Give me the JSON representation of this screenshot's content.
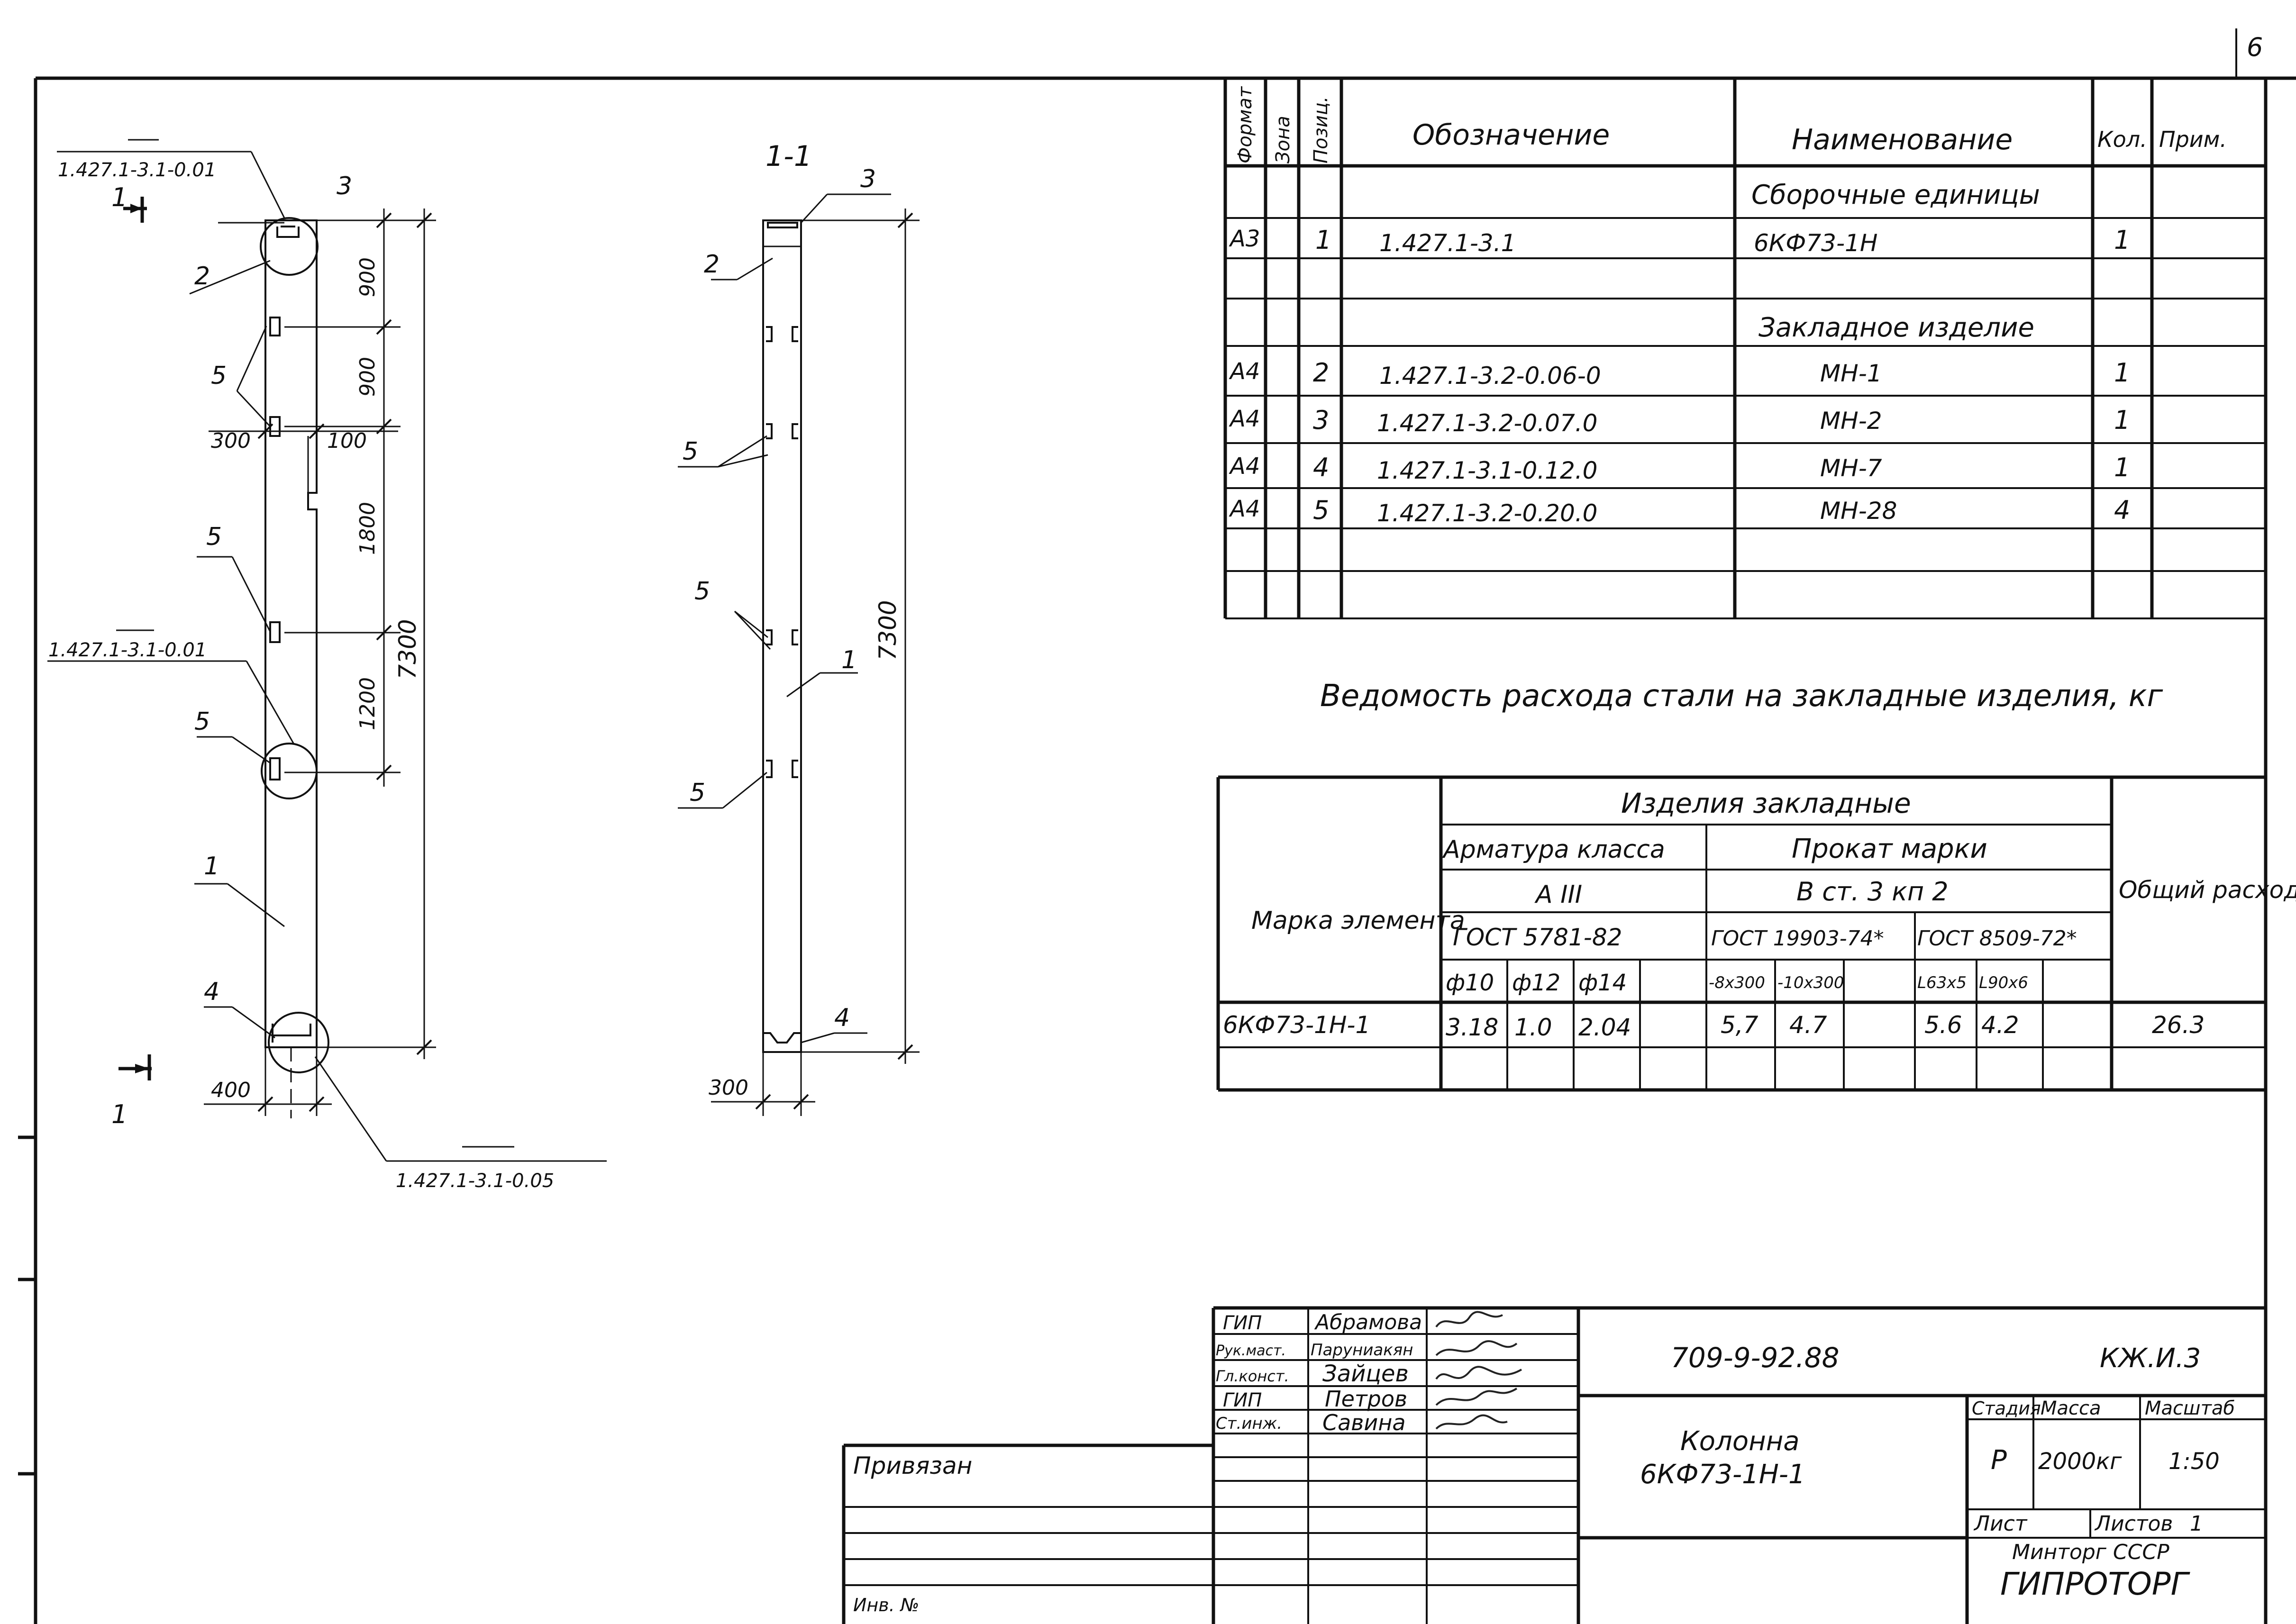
{
  "sheet_number": "6",
  "drawing": {
    "labels": {
      "ref_top": "1.427.1-3.1-0.01",
      "ref_mid": "1.427.1-3.1-0.01",
      "ref_bottom": "1.427.1-3.1-0.05",
      "section_mark": "1",
      "section_title": "1-1",
      "pos_1": "1",
      "pos_2": "2",
      "pos_3": "3",
      "pos_4": "4",
      "pos_5": "5"
    },
    "dims": {
      "d900a": "900",
      "d900b": "900",
      "d1800": "1800",
      "d1200": "1200",
      "d7300": "7300",
      "d300": "300",
      "d100": "100",
      "d400": "400",
      "s7300": "7300",
      "s300": "300"
    }
  },
  "spec": {
    "headers": {
      "format": "Формат",
      "zone": "Зона",
      "pos": "Позиц.",
      "designation": "Обозначение",
      "name": "Наименование",
      "qty": "Кол.",
      "note": "Прим."
    },
    "section_assembly": "Сборочные единицы",
    "section_embedded": "Закладное изделие",
    "rows": [
      {
        "format": "А3",
        "pos": "1",
        "designation": "1.427.1-3.1",
        "name": "6КФ73-1Н",
        "qty": "1"
      },
      {
        "format": "А4",
        "pos": "2",
        "designation": "1.427.1-3.2-0.06-0",
        "name": "МН-1",
        "qty": "1"
      },
      {
        "format": "А4",
        "pos": "3",
        "designation": "1.427.1-3.2-0.07.0",
        "name": "МН-2",
        "qty": "1"
      },
      {
        "format": "А4",
        "pos": "4",
        "designation": "1.427.1-3.1-0.12.0",
        "name": "МН-7",
        "qty": "1"
      },
      {
        "format": "А4",
        "pos": "5",
        "designation": "1.427.1-3.2-0.20.0",
        "name": "МН-28",
        "qty": "4"
      }
    ]
  },
  "steel": {
    "title": "Ведомость расхода стали на закладные изделия, кг",
    "mark_header": "Марка элемента",
    "group_header": "Изделия закладные",
    "rebar_header": "Арматура класса",
    "rebar_class": "А III",
    "rebar_gost": "ГОСТ 5781-82",
    "rolled_header": "Прокат марки",
    "rolled_grade": "В ст. 3 кп 2",
    "gost_a": "ГОСТ 19903-74*",
    "gost_b": "ГОСТ 8509-72*",
    "total_header": "Общий расход",
    "cols": [
      "ф10",
      "ф12",
      "ф14",
      "-8х300",
      "-10х300",
      "L63х5",
      "L90х6"
    ],
    "row": {
      "mark": "6КФ73-1Н-1",
      "values": [
        "3.18",
        "1.0",
        "2.04",
        "5,7",
        "4.7",
        "5.6",
        "4.2"
      ],
      "total": "26.3"
    }
  },
  "title_block": {
    "doc_code": "709-9-92.88",
    "mark": "КЖ.И.3",
    "name": "Колонна 6КФ73-1Н-1",
    "stage_h": "Стадия",
    "mass_h": "Масса",
    "scale_h": "Масштаб",
    "stage": "Р",
    "mass": "2000кг",
    "scale": "1:50",
    "sheet_h": "Лист",
    "sheets_h": "Листов",
    "sheets": "1",
    "org1": "Минторг СССР",
    "org2": "ГИПРОТОРГ",
    "bound": "Привязан",
    "staff": [
      {
        "role": "ГИП",
        "name": "Абрамова"
      },
      {
        "role": "Рук.маст.",
        "name": "Паруниакян"
      },
      {
        "role": "Гл.конст.",
        "name": "Зайцев"
      },
      {
        "role": "ГИП",
        "name": "Петров"
      },
      {
        "role": "Ст.инж.",
        "name": "Савина"
      }
    ],
    "inv": "Инв. №"
  }
}
